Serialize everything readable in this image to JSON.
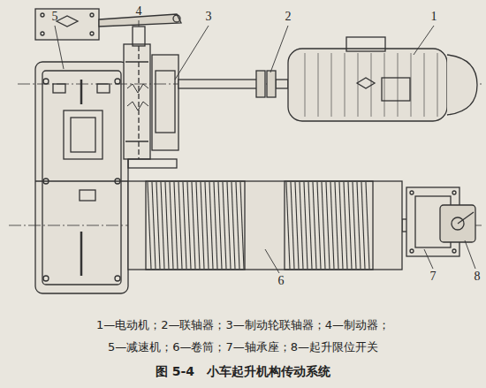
{
  "diagram": {
    "caption": "图 5-4　小车起升机构传动系统",
    "labels": [
      "1",
      "2",
      "3",
      "4",
      "5",
      "6",
      "7",
      "8",
      "1—电动机；2—联轴器；3—制动轮联轴器；4—制动器；",
      "5—减速机；6—卷筒；7—轴承座；8—起升限位开关"
    ]
  }
}
